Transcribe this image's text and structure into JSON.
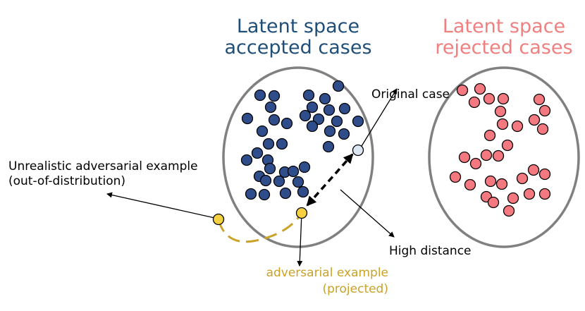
{
  "titles": {
    "accepted_line1": "Latent space",
    "accepted_line2": "accepted cases",
    "rejected_line1": "Latent space",
    "rejected_line2": "rejected cases"
  },
  "labels": {
    "original_case": "Original case",
    "unrealistic_line1": "Unrealistic adversarial example",
    "unrealistic_line2": "(out-of-distribution)",
    "high_distance": "High distance",
    "projected_line1": "adversarial example",
    "projected_line2": "(projected)"
  },
  "colors": {
    "accepted_title": "#1f4e79",
    "rejected_title": "#f08080",
    "accepted_point": "#2e4d8a",
    "rejected_point": "#f4787f",
    "original_point": "#dce6f2",
    "adversarial_point": "#f5d142",
    "projection_path": "#c9a227",
    "ellipse_stroke": "#808080",
    "arrow": "#000000"
  }
}
